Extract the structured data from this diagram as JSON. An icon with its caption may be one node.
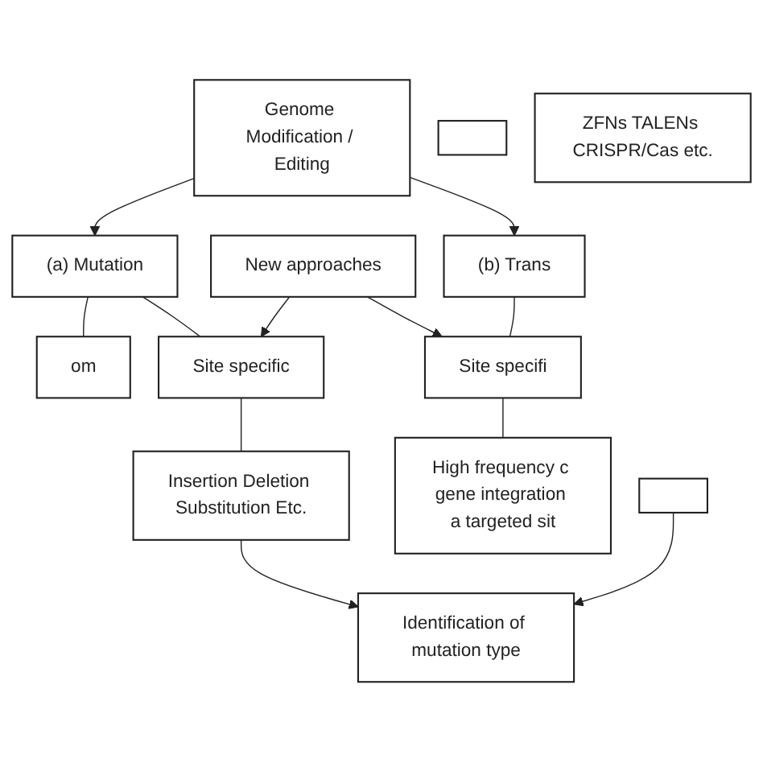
{
  "diagram": {
    "nodes": [
      {
        "text": [
          "Genome Modification / Editing"
        ]
      },
      {
        "text": [
          "(a) Mutation"
        ]
      },
      {
        "text": [
          "(b) Trans"
        ]
      },
      {
        "text": [
          "om"
        ]
      },
      {
        "text": [
          "Site specific"
        ]
      },
      {
        "text": [
          "New approaches"
        ]
      },
      {
        "text": [
          "Site specifi"
        ]
      },
      {
        "text": [],
        "shape": "box"
      },
      {
        "text": [
          "Insertion Deletion Substitution Etc."
        ]
      },
      {
        "text": [
          "ZFNs TALENs CRISPR/Cas etc."
        ]
      },
      {
        "text": [
          "High frequency c gene integration a targeted sit"
        ]
      },
      {
        "text": [],
        "shape": "box"
      },
      {
        "text": [
          "Identification of mutation type"
        ]
      }
    ],
    "edges": [
      {
        "from": 0,
        "to": 1,
        "arrow": "to"
      },
      {
        "from": 0,
        "to": 2,
        "arrow": "to"
      },
      {
        "from": 1,
        "to": 3,
        "arrow": "none"
      },
      {
        "from": 1,
        "to": 4,
        "arrow": "none"
      },
      {
        "from": 5,
        "to": 4,
        "arrow": "to"
      },
      {
        "from": 5,
        "to": 6,
        "arrow": "to"
      },
      {
        "from": 2,
        "to": 6,
        "arrow": "none"
      },
      {
        "from": 4,
        "to": 8,
        "arrow": "none"
      },
      {
        "from": 6,
        "to": 10,
        "arrow": "none"
      },
      {
        "from": 8,
        "to": 12,
        "arrow": "to"
      },
      {
        "from": 11,
        "to": 12,
        "arrow": "to"
      }
    ]
  }
}
